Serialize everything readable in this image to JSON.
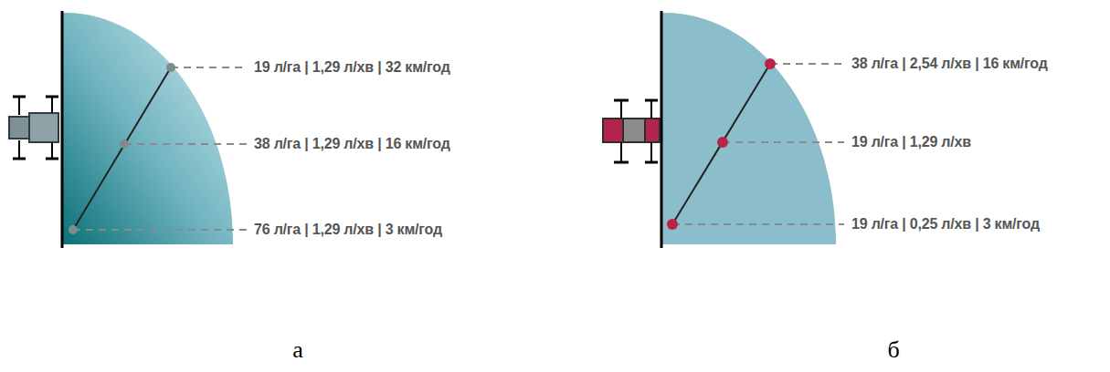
{
  "diagram": {
    "labels": [
      "19 л/га | 1,29 л/хв | 32 км/год",
      "38 л/га | 1,29 л/хв | 16 км/год",
      "76 л/га | 1,29 л/хв | 3 км/год",
      "38 л/га | 2,54 л/хв | 16 км/год",
      "19 л/га | 1,29 л/хв",
      "19 л/га | 0,25 л/хв | 3 км/год",
      "а",
      "б"
    ]
  }
}
